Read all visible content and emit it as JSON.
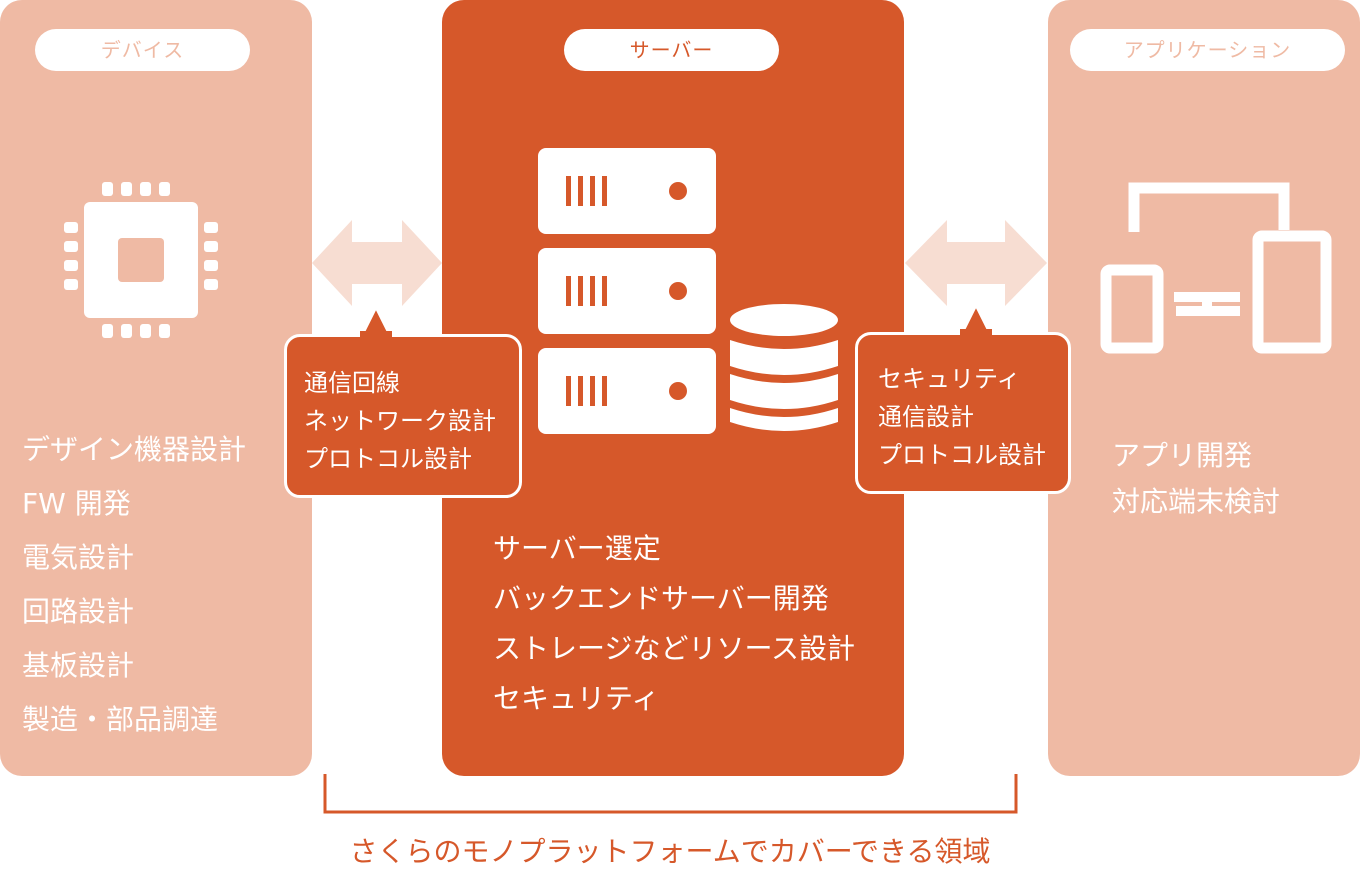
{
  "device": {
    "title": "デバイス",
    "items": [
      "デザイン機器設計",
      "FW 開発",
      "電気設計",
      "回路設計",
      "基板設計",
      "製造・部品調達"
    ]
  },
  "server": {
    "title": "サーバー",
    "items": [
      "サーバー選定",
      "バックエンドサーバー開発",
      "ストレージなどリソース設計",
      "セキュリティ"
    ]
  },
  "application": {
    "title": "アプリケーション",
    "items": [
      "アプリ開発",
      "対応端末検討"
    ]
  },
  "link_device_server": {
    "items": [
      "通信回線",
      "ネットワーク設計",
      "プロトコル設計"
    ]
  },
  "link_server_app": {
    "items": [
      "セキュリティ",
      "通信設計",
      "プロトコル設計"
    ]
  },
  "footer": {
    "caption": "さくらのモノプラットフォームでカバーできる領域"
  },
  "icons": {
    "device": "chip-icon",
    "server": "server-rack-icon",
    "database": "database-icon",
    "application": "devices-icon",
    "arrow": "double-arrow-icon"
  },
  "colors": {
    "accent": "#d6582a",
    "light_panel": "#efbaa4",
    "arrow": "#f7ddd2",
    "white": "#ffffff"
  }
}
